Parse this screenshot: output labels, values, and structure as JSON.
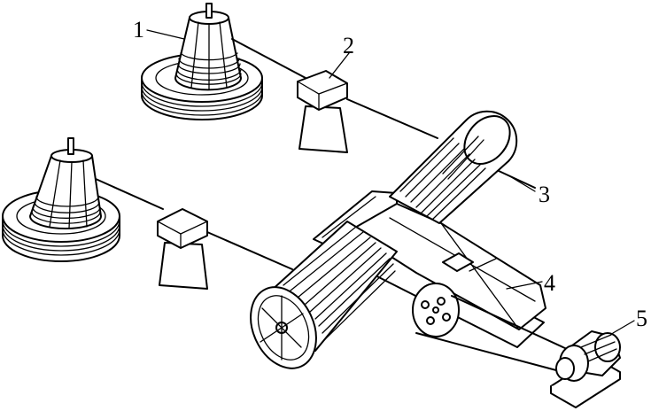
{
  "labels": {
    "l1": "1",
    "l2": "2",
    "l3": "3",
    "l4": "4",
    "l5": "5"
  },
  "colors": {
    "line": "#000000",
    "background": "#ffffff"
  }
}
